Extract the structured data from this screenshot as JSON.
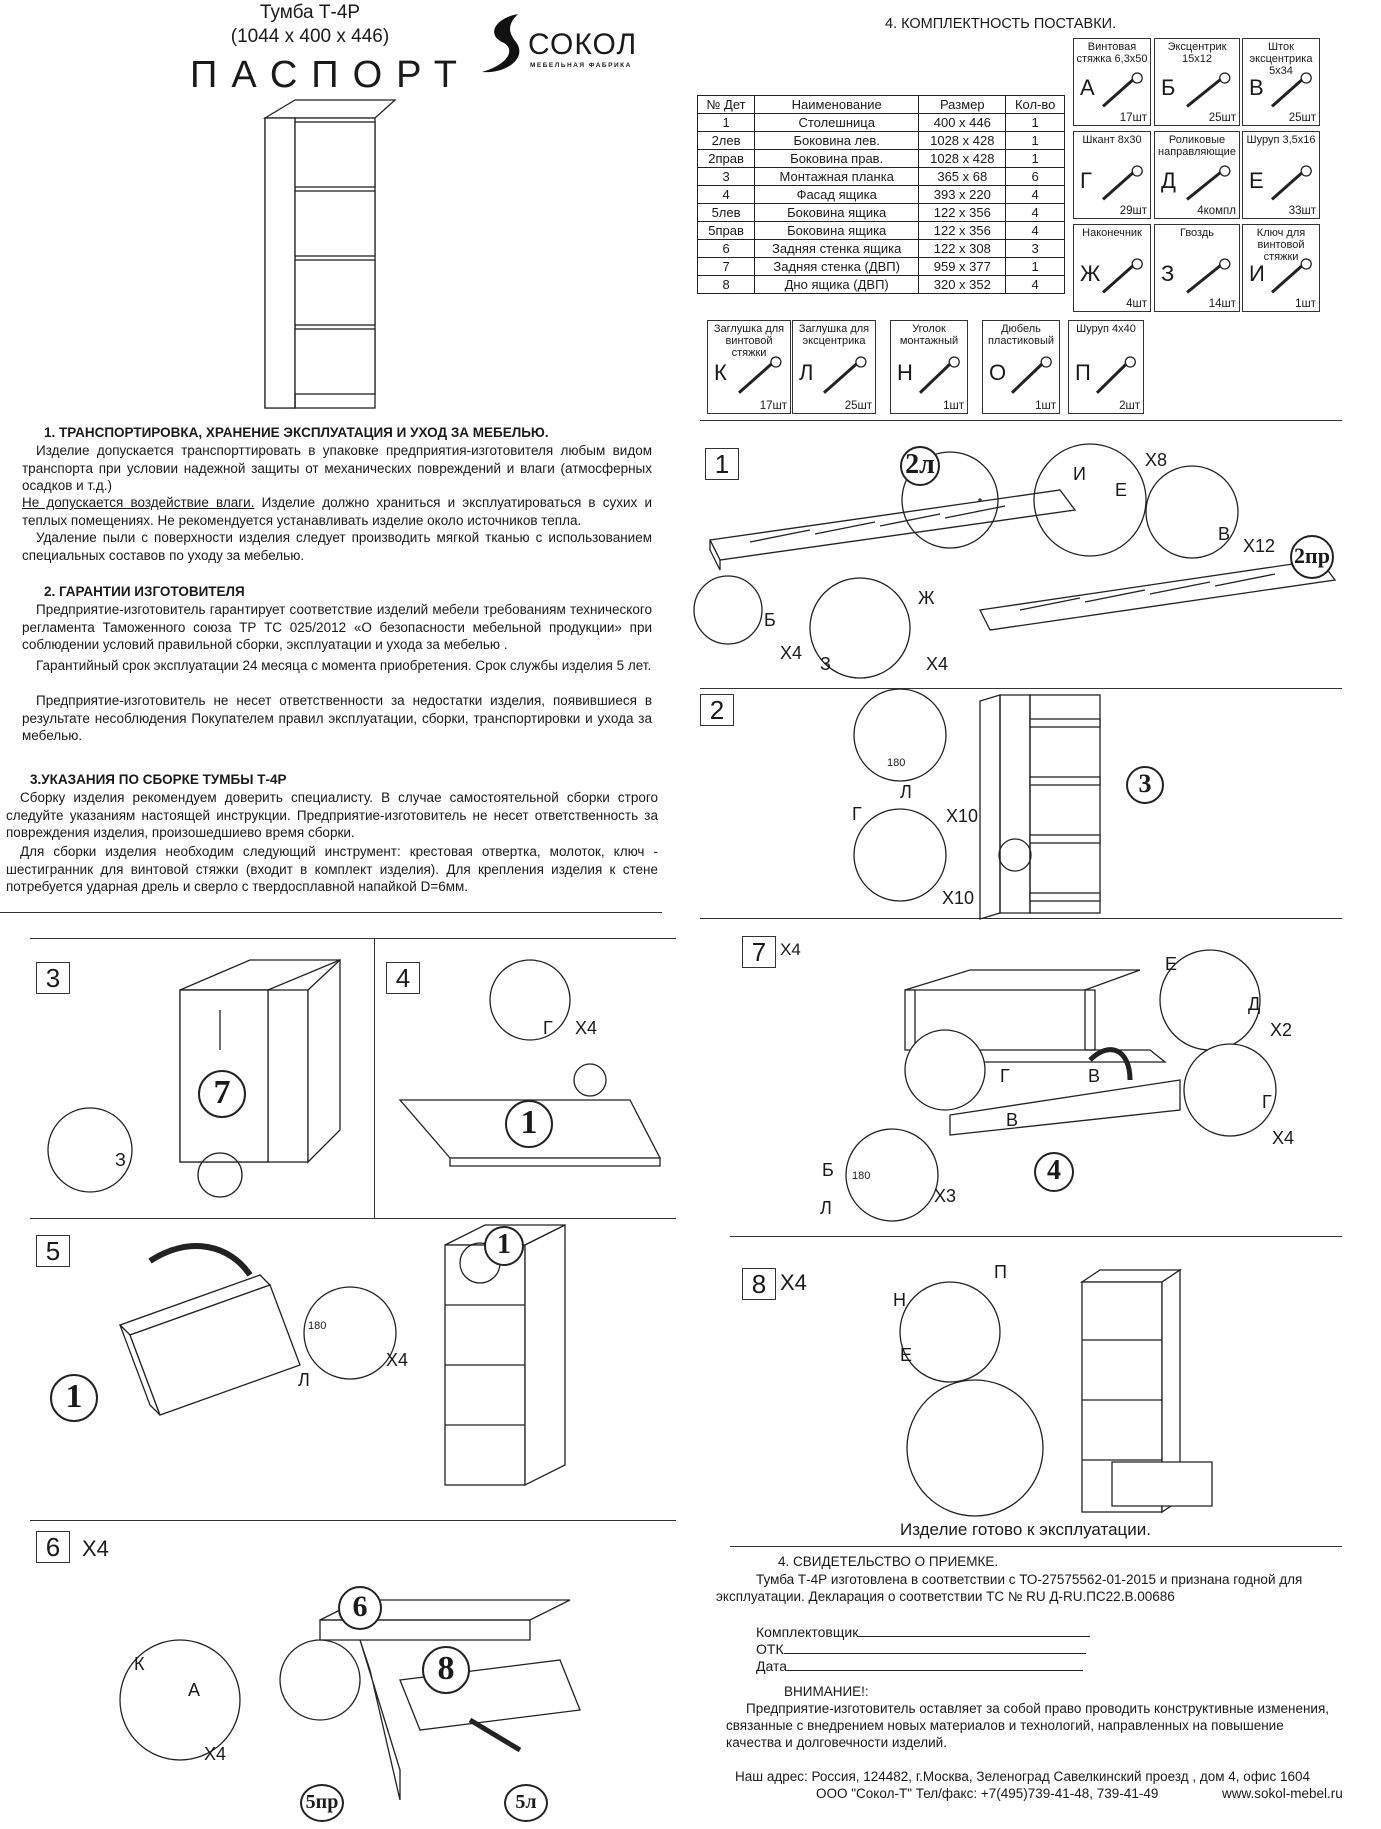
{
  "header": {
    "product": "Тумба Т-4Р",
    "dimensions": "(1044 x 400 x 446)",
    "doc_title": "ПАСПОРТ",
    "brand": "СОКОЛ",
    "brand_sub": "МЕБЕЛЬНАЯ ФАБРИКА"
  },
  "section1": {
    "title": "1. ТРАНСПОРТИРОВКА, ХРАНЕНИЕ ЭКСПЛУАТАЦИЯ И УХОД ЗА МЕБЕЛЬЮ.",
    "p1": "Изделие допускается транспорттировать в упаковке предприятия-изготовителя любым видом транспорта при условии надежной защиты от механических повреждений и влаги (атмосферных осадков и т.д.)",
    "p2_u": "Не допускается воздействие влаги.",
    "p2": " Изделие должно храниться и эксплуатироваться в сухих и теплых помещениях. Не рекомендуется устанавливать изделие около источников тепла.",
    "p3": "Удаление пыли с поверхности изделия следует производить мягкой тканью с использованием специальных составов по уходу за мебелью."
  },
  "section2": {
    "title": "2. ГАРАНТИИ ИЗГОТОВИТЕЛЯ",
    "p1": "Предприятие-изготовитель гарантирует соответствие изделий мебели требованиям технического регламента Таможенного союза ТР ТС 025/2012 «О безопасности мебельной продукции» при соблюдении условий правильной сборки, эксплуатации и ухода за мебелью .",
    "p2": "Гарантийный срок эксплуатации 24 месяца с момента приобретения. Срок службы изделия 5 лет.",
    "p3": "Предприятие-изготовитель не несет ответственности за недостатки изделия, появившиеся в результате несоблюдения Покупателем правил эксплуатации, сборки, транспортировки и ухода за мебелью."
  },
  "section3": {
    "title": "3.УКАЗАНИЯ ПО СБОРКЕ ТУМБЫ Т-4Р",
    "p1": "Сборку изделия рекомендуем доверить специалисту. В случае самостоятельной сборки строго следуйте указаниям настоящей инструкции. Предприятие-изготовитель не несет ответственность за повреждения изделия, произошедшиево время сборки.",
    "p2": "Для сборки изделия необходим следующий инструмент: крестовая отвертка, молоток, ключ - шестигранник для винтовой стяжки (входит в комплект изделия). Для крепления изделия к стене потребуется ударная дрель и сверло с твердосплавной напайкой D=6мм."
  },
  "kit": {
    "title": "4. КОМПЛЕКТНОСТЬ ПОСТАВКИ.",
    "headers": [
      "№ Дет",
      "Наименование",
      "Размер",
      "Кол-во"
    ],
    "rows": [
      [
        "1",
        "Столешница",
        "400 х 446",
        "1"
      ],
      [
        "2лев",
        "Боковина лев.",
        "1028 х 428",
        "1"
      ],
      [
        "2прав",
        "Боковина прав.",
        "1028 х 428",
        "1"
      ],
      [
        "3",
        "Монтажная планка",
        "365 х 68",
        "6"
      ],
      [
        "4",
        "Фасад ящика",
        "393 х 220",
        "4"
      ],
      [
        "5лев",
        "Боковина ящика",
        "122 х 356",
        "4"
      ],
      [
        "5прав",
        "Боковина ящика",
        "122 х 356",
        "4"
      ],
      [
        "6",
        "Задняя стенка ящика",
        "122 х 308",
        "3"
      ],
      [
        "7",
        "Задняя стенка (ДВП)",
        "959 х 377",
        "1"
      ],
      [
        "8",
        "Дно ящика (ДВП)",
        "320 х 352",
        "4"
      ]
    ],
    "fittings": [
      {
        "name": "Винтовая стяжка 6,3х50",
        "letter": "А",
        "qty": "17шт",
        "icon": "screw-tie-icon"
      },
      {
        "name": "Эксцентрик 15х12",
        "letter": "Б",
        "qty": "25шт",
        "icon": "eccentric-icon"
      },
      {
        "name": "Шток эксцентрика 5х34",
        "letter": "В",
        "qty": "25шт",
        "icon": "eccentric-rod-icon"
      },
      {
        "name": "Шкант 8х30",
        "letter": "Г",
        "qty": "29шт",
        "icon": "dowel-icon"
      },
      {
        "name": "Роликовые направляющие",
        "letter": "Д",
        "qty": "4компл",
        "icon": "roller-guide-icon"
      },
      {
        "name": "Шуруп 3,5х16",
        "letter": "Е",
        "qty": "33шт",
        "icon": "screw-icon"
      },
      {
        "name": "Наконечник",
        "letter": "Ж",
        "qty": "4шт",
        "icon": "tip-icon"
      },
      {
        "name": "Гвоздь",
        "letter": "З",
        "qty": "14шт",
        "icon": "nail-icon"
      },
      {
        "name": "Ключ для винтовой стяжки",
        "letter": "И",
        "qty": "1шт",
        "icon": "hex-key-icon"
      },
      {
        "name": "Заглушка для винтовой стяжки",
        "letter": "К",
        "qty": "17шт",
        "icon": "cap-icon"
      },
      {
        "name": "Заглушка для эксцентрика",
        "letter": "Л",
        "qty": "25шт",
        "icon": "eccentric-cap-icon"
      },
      {
        "name": "Уголок монтажный",
        "letter": "Н",
        "qty": "1шт",
        "icon": "corner-bracket-icon"
      },
      {
        "name": "Дюбель пластиковый",
        "letter": "О",
        "qty": "1шт",
        "icon": "plastic-dowel-icon"
      },
      {
        "name": "Шуруп 4х40",
        "letter": "П",
        "qty": "2шт",
        "icon": "screw-icon"
      }
    ]
  },
  "steps": {
    "s1": {
      "num": "1",
      "labels": [
        "2л",
        "2пр",
        "Х8",
        "И",
        "Е",
        "В",
        "Х12",
        "Б",
        "Х4",
        "Ж",
        "З",
        "Х4"
      ]
    },
    "s2": {
      "num": "2",
      "labels": [
        "3",
        "180",
        "Л",
        "Х10",
        "Г",
        "Х10"
      ]
    },
    "s3": {
      "num": "3",
      "labels": [
        "7",
        "З"
      ]
    },
    "s4": {
      "num": "4",
      "labels": [
        "Г",
        "Х4",
        "1"
      ]
    },
    "s5": {
      "num": "5",
      "labels": [
        "1",
        "180",
        "Л",
        "Х4",
        "1"
      ]
    },
    "s6": {
      "num": "6",
      "mult": "Х4",
      "labels": [
        "6",
        "8",
        "К",
        "А",
        "Х4",
        "5пр",
        "5л"
      ]
    },
    "s7": {
      "num": "7",
      "mult": "Х4",
      "labels": [
        "Е",
        "Д",
        "Х2",
        "В",
        "В",
        "Г",
        "Г",
        "Х4",
        "4",
        "Б",
        "180",
        "Л",
        "Х3"
      ]
    },
    "s8": {
      "num": "8",
      "mult": "Х4",
      "labels": [
        "П",
        "Н",
        "Е"
      ],
      "caption": "Изделие готово к эксплуатации."
    }
  },
  "acceptance": {
    "title": "4. СВИДЕТЕЛЬСТВО О  ПРИЕМКЕ.",
    "text": "Тумба Т-4Р изготовлена в соответствии с ТО-27575562-01-2015  и признана годной для эксплуатации. Декларация о соответствии ТС № RU Д-RU.ПС22.В.00686",
    "fields": [
      "Комплектовщик",
      "ОТК",
      "Дата"
    ],
    "attention_title": "ВНИМАНИЕ!:",
    "attention_text": "Предприятие-изготовитель  оставляет за собой право  проводить  конструктивные изменения, связанные с внедрением новых материалов и технологий, направленных на повышение качества и долговечности изделий.",
    "address": "Наш адрес: Россия, 124482, г.Москва, Зеленоград Савелкинский проезд , дом 4, офис 1604",
    "company": "ООО \"Сокол-Т\"   Тел/факс: +7(495)739-41-48, 739-41-49",
    "website": "www.sokol-mebel.ru"
  }
}
